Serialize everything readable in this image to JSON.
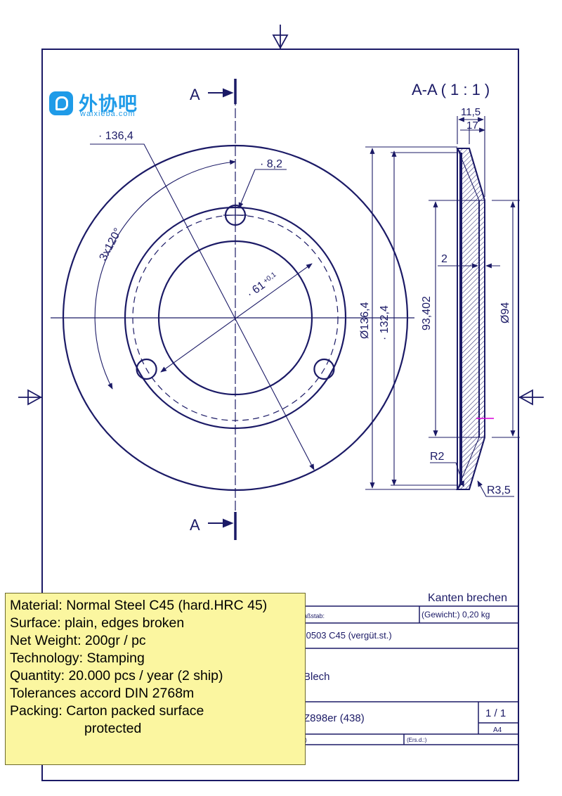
{
  "logo": {
    "chinese": "外协吧",
    "url": "waixieba.com"
  },
  "section": {
    "title": "A-A ( 1 : 1 )",
    "cut_label": "A"
  },
  "dimensions": {
    "outer_circle": "136,4",
    "hole_dia": "8,2",
    "hole_pattern": "3x120°",
    "bolt_circle": "61",
    "bolt_circle_tol": "+0,1",
    "width_a": "11,5",
    "width_b": "17",
    "outer_dia": "Ø136,4",
    "inner_flange": "132,4",
    "recess": "93,402",
    "center_hole": "Ø94",
    "thickness": "2",
    "radius_inner": "R2",
    "radius_outer": "R3,5"
  },
  "title_block": {
    "note": "Kanten brechen",
    "scale_label": "aßstab:",
    "weight": "(Gewicht:) 0,20 kg",
    "material": ".0503 C45 (vergüt.st.)",
    "semi_finished": "Blech",
    "part_no": "Z898er (438)",
    "sheet": "1 / 1",
    "format": "A4",
    "replaced_by": ".)",
    "replaces": "(Ers.d.:)"
  },
  "spec_note": {
    "lines": [
      "Material: Normal Steel C45 (hard.HRC 45)",
      "Surface: plain, edges broken",
      "Net Weight: 200gr / pc",
      "Technology: Stamping",
      "Quantity: 20.000 pcs / year (2 ship)",
      "Tolerances accord DIN 2768m",
      "Packing: Carton packed surface",
      "protected"
    ]
  },
  "colors": {
    "ink": "#1b1a66",
    "note_background": "#fbf6a0",
    "logo": "#1f9be8",
    "marker": "#d800d8"
  }
}
